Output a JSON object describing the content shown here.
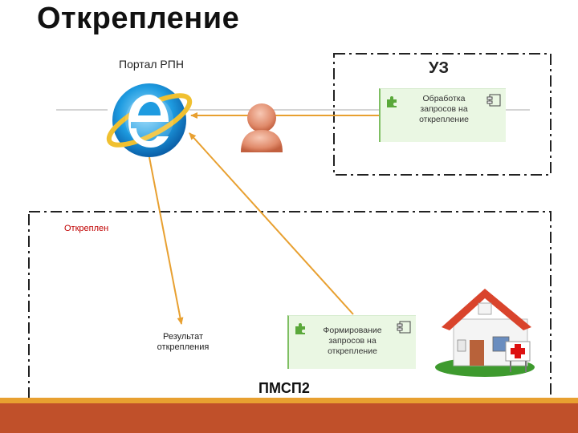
{
  "title": "Открепление",
  "portal_label": "Портал РПН",
  "uz_label": "УЗ",
  "uz_component": "Обработка запросов на открепление",
  "status_label": "Откреплен",
  "result_label": "Результат открепления",
  "pmsp_component": "Формирование запросов на открепление",
  "pmsp_label": "ПМСП2",
  "colors": {
    "arrow": "#e8a030",
    "component_fill": "#eaf7e3",
    "status_text": "#c00000",
    "footer": "#c0502a"
  },
  "icons": [
    "internet-explorer-icon",
    "user-icon",
    "hospital-icon",
    "puzzle-icon",
    "component-icon"
  ]
}
